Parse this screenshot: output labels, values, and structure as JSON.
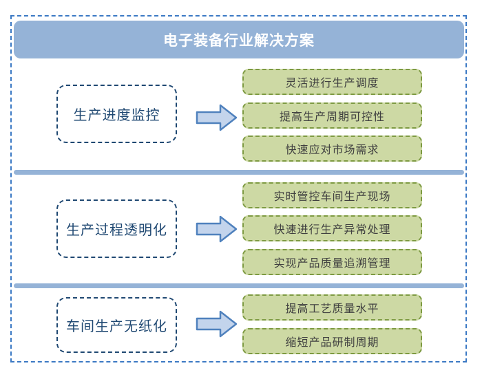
{
  "title": "电子装备行业解决方案",
  "colors": {
    "header_fill": "#95b3d7",
    "outer_border": "#3b79c4",
    "topic_border": "#1f4872",
    "topic_text": "#1f4872",
    "arrow_fill": "#c3d4ec",
    "arrow_stroke": "#4f81bd",
    "outcome_fill": "#cdd9a4",
    "outcome_border": "#7d9a41",
    "outcome_text": "#404040"
  },
  "sections": [
    {
      "label": "生产进度监控",
      "items": [
        "灵活进行生产调度",
        "提高生产周期可控性",
        "快速应对市场需求"
      ]
    },
    {
      "label": "生产过程透明化",
      "items": [
        "实时管控车间生产现场",
        "快速进行生产异常处理",
        "实现产品质量追溯管理"
      ]
    },
    {
      "label": "车间生产无纸化",
      "items": [
        "提高工艺质量水平",
        "缩短产品研制周期"
      ]
    }
  ]
}
